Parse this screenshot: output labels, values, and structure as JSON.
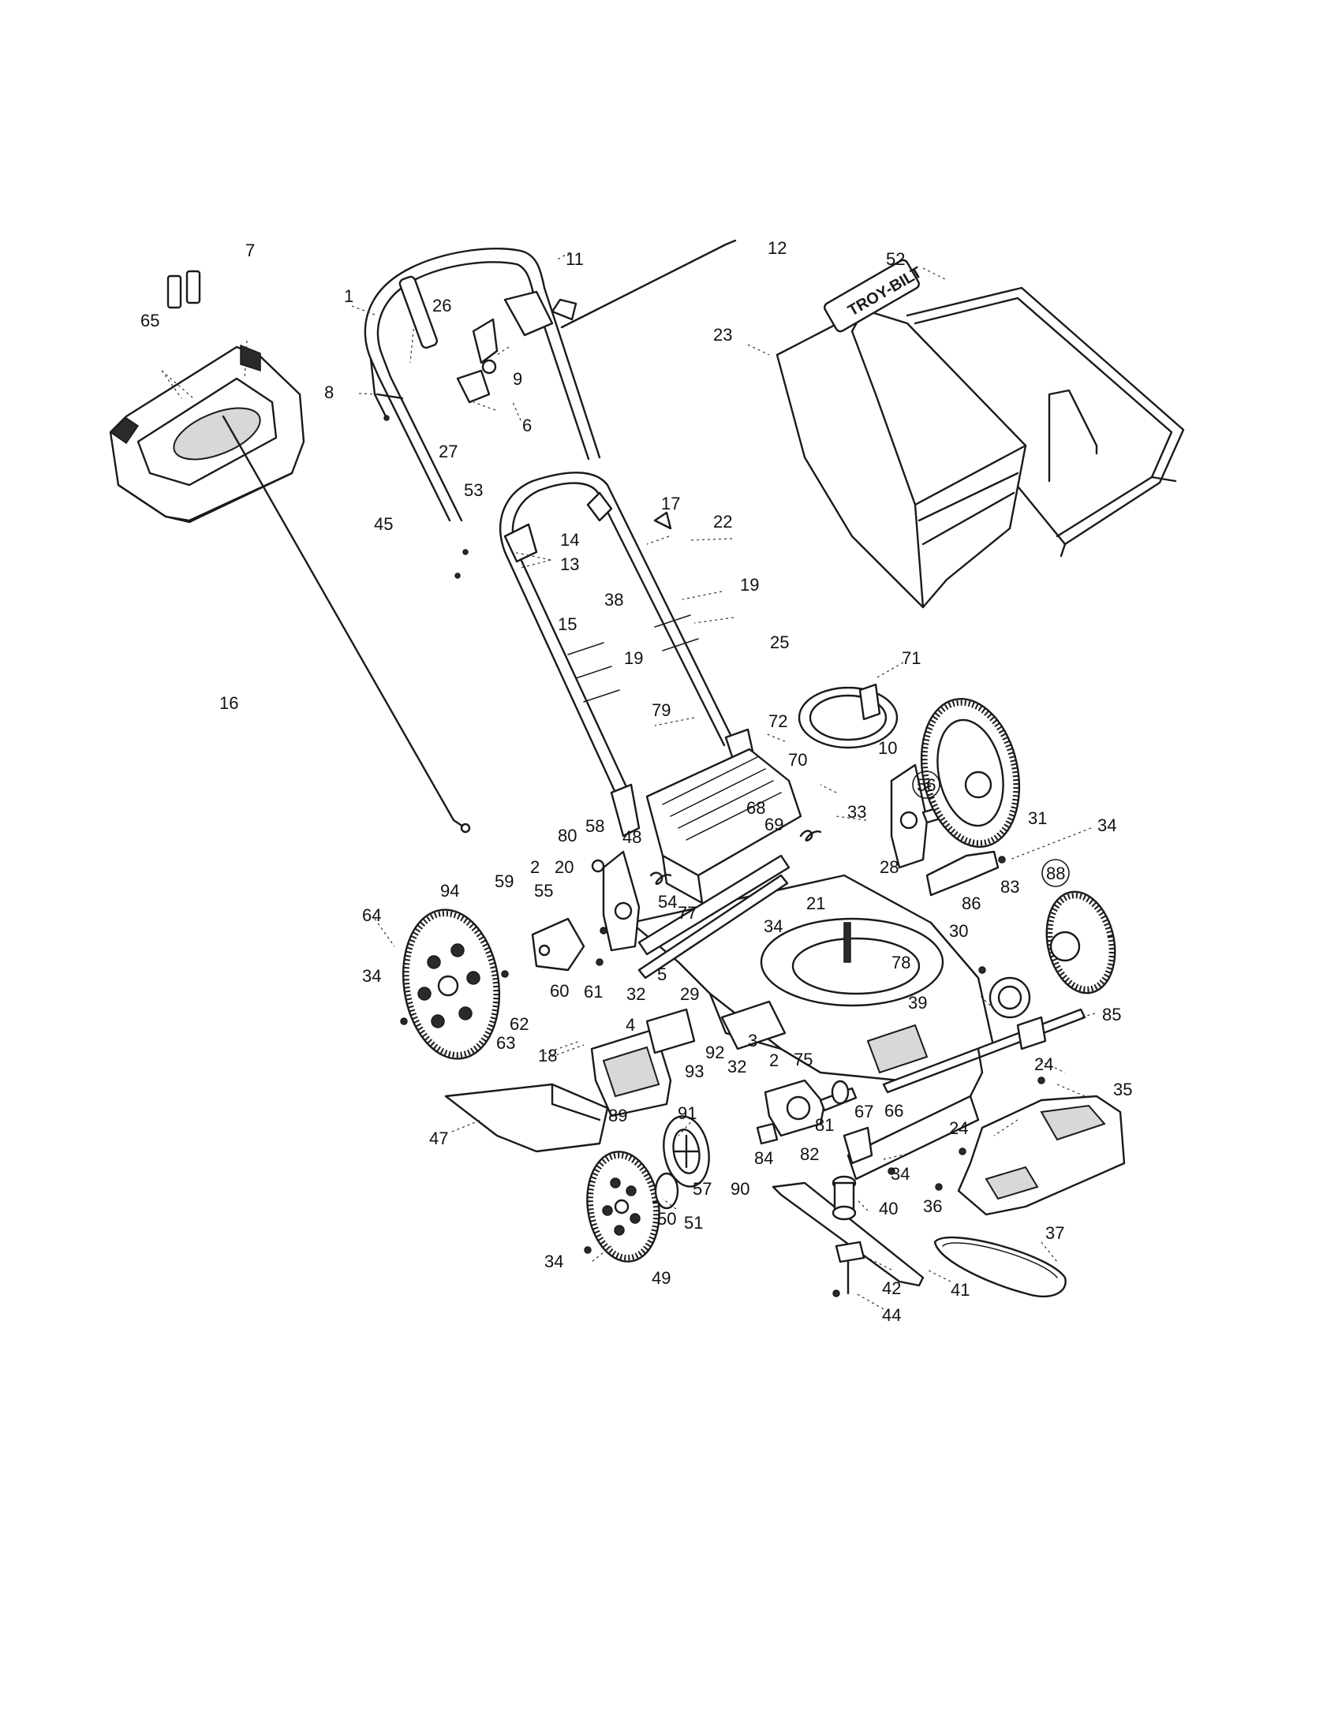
{
  "brand_logo": "TROY-BILT",
  "labels": [
    "1",
    "2",
    "2",
    "3",
    "4",
    "5",
    "6",
    "7",
    "8",
    "9",
    "10",
    "11",
    "12",
    "13",
    "14",
    "15",
    "16",
    "17",
    "18",
    "19",
    "19",
    "20",
    "21",
    "22",
    "23",
    "24",
    "24",
    "25",
    "26",
    "27",
    "28",
    "29",
    "30",
    "31",
    "32",
    "32",
    "33",
    "34",
    "34",
    "34",
    "34",
    "34",
    "35",
    "36",
    "37",
    "38",
    "39",
    "40",
    "41",
    "42",
    "44",
    "45",
    "47",
    "48",
    "49",
    "50",
    "51",
    "52",
    "53",
    "54",
    "55",
    "56",
    "57",
    "58",
    "59",
    "60",
    "61",
    "62",
    "63",
    "64",
    "65",
    "66",
    "67",
    "68",
    "69",
    "70",
    "71",
    "72",
    "75",
    "77",
    "78",
    "79",
    "80",
    "81",
    "82",
    "83",
    "84",
    "85",
    "86",
    "88",
    "89",
    "90",
    "91",
    "92",
    "93",
    "94"
  ],
  "circled": [
    "56",
    "88"
  ]
}
